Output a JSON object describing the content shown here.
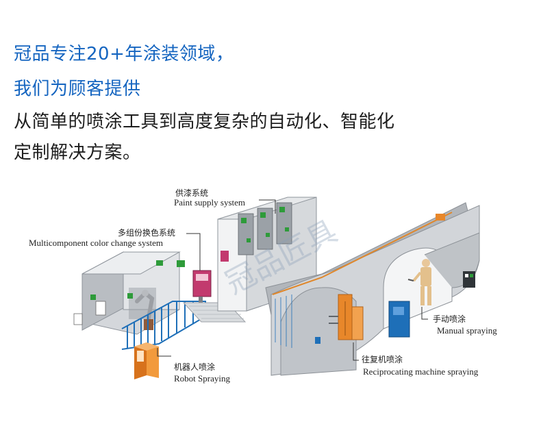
{
  "headline": {
    "line1": "冠品专注20+年涂装领域，",
    "line2": "我们为顾客提供",
    "line3": "从简单的喷涂工具到高度复杂的自动化、智能化",
    "line4": "定制解决方案。"
  },
  "labels": {
    "paint_supply": {
      "cn": "供漆系统",
      "en": "Paint supply system"
    },
    "color_change": {
      "cn": "多组份换色系统",
      "en": "Multicomponent color change system"
    },
    "robot": {
      "cn": "机器人喷涂",
      "en": "Robot Spraying"
    },
    "manual": {
      "cn": "手动喷涂",
      "en": "Manual spraying"
    },
    "reciprocating": {
      "cn": "往复机喷涂",
      "en": "Reciprocating machine spraying"
    }
  },
  "watermark": {
    "text": "冠品匠具"
  },
  "colors": {
    "headline_blue": "#1565c0",
    "headline_dark": "#1e1e1e",
    "equipment_orange": "#e8872a",
    "rail_blue": "#1e6fb8",
    "panel_green": "#2e9b3a",
    "booth_gray": "#c9ccd0"
  }
}
